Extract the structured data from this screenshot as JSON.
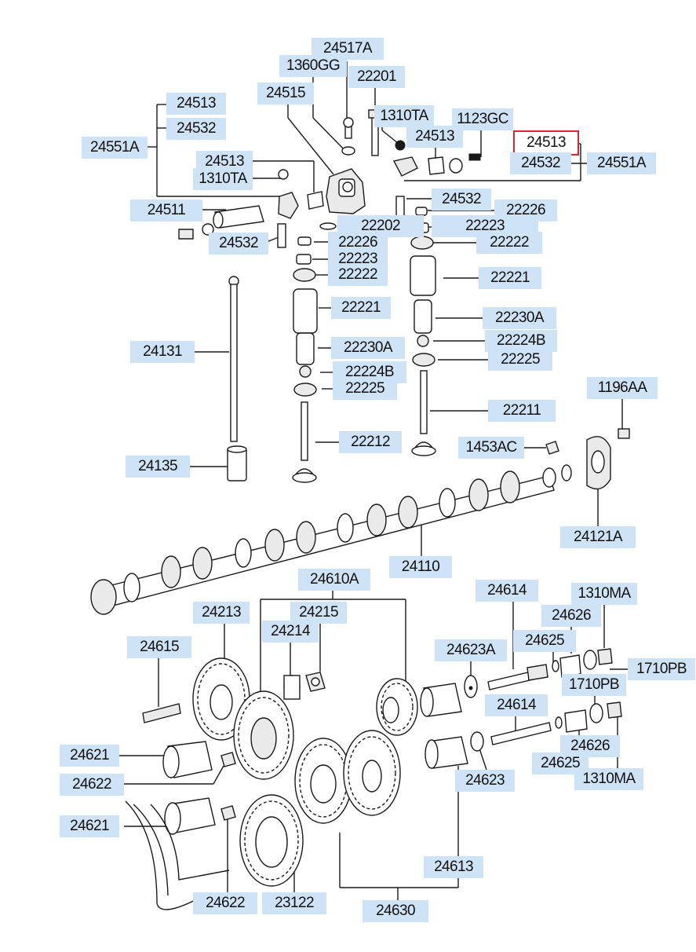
{
  "parts": [
    {
      "id": "p1",
      "text": "24517A"
    },
    {
      "id": "p2",
      "text": "1360GG"
    },
    {
      "id": "p3",
      "text": "22201"
    },
    {
      "id": "p4",
      "text": "24515"
    },
    {
      "id": "p5",
      "text": "24513"
    },
    {
      "id": "p6",
      "text": "24532"
    },
    {
      "id": "p7",
      "text": "24551A"
    },
    {
      "id": "p8",
      "text": "1310TA"
    },
    {
      "id": "p9",
      "text": "24513"
    },
    {
      "id": "p10",
      "text": "1123GC"
    },
    {
      "id": "p11",
      "text": "24513"
    },
    {
      "id": "p12",
      "text": "24532"
    },
    {
      "id": "p13",
      "text": "24551A"
    },
    {
      "id": "p14",
      "text": "24513"
    },
    {
      "id": "p15",
      "text": "1310TA"
    },
    {
      "id": "p16",
      "text": "24532"
    },
    {
      "id": "p17",
      "text": "24511"
    },
    {
      "id": "p18",
      "text": "22226"
    },
    {
      "id": "p19",
      "text": "22202"
    },
    {
      "id": "p20",
      "text": "22223"
    },
    {
      "id": "p21",
      "text": "24532"
    },
    {
      "id": "p22",
      "text": "22226"
    },
    {
      "id": "p23",
      "text": "22222"
    },
    {
      "id": "p24",
      "text": "22223"
    },
    {
      "id": "p25",
      "text": "22222"
    },
    {
      "id": "p26",
      "text": "22221"
    },
    {
      "id": "p27",
      "text": "22221"
    },
    {
      "id": "p28",
      "text": "22230A"
    },
    {
      "id": "p29",
      "text": "24131"
    },
    {
      "id": "p30",
      "text": "22230A"
    },
    {
      "id": "p31",
      "text": "22224B"
    },
    {
      "id": "p32",
      "text": "22224B"
    },
    {
      "id": "p33",
      "text": "22225"
    },
    {
      "id": "p34",
      "text": "22225"
    },
    {
      "id": "p35",
      "text": "1196AA"
    },
    {
      "id": "p36",
      "text": "22211"
    },
    {
      "id": "p37",
      "text": "22212"
    },
    {
      "id": "p38",
      "text": "1453AC"
    },
    {
      "id": "p39",
      "text": "24135"
    },
    {
      "id": "p40",
      "text": "24121A"
    },
    {
      "id": "p41",
      "text": "24110"
    },
    {
      "id": "p42",
      "text": "24610A"
    },
    {
      "id": "p43",
      "text": "24614"
    },
    {
      "id": "p44",
      "text": "1310MA"
    },
    {
      "id": "p45",
      "text": "24213"
    },
    {
      "id": "p46",
      "text": "24215"
    },
    {
      "id": "p47",
      "text": "24626"
    },
    {
      "id": "p48",
      "text": "24214"
    },
    {
      "id": "p49",
      "text": "24625"
    },
    {
      "id": "p50",
      "text": "24615"
    },
    {
      "id": "p51",
      "text": "24623A"
    },
    {
      "id": "p52",
      "text": "1710PB"
    },
    {
      "id": "p53",
      "text": "1710PB"
    },
    {
      "id": "p54",
      "text": "24614"
    },
    {
      "id": "p55",
      "text": "24626"
    },
    {
      "id": "p56",
      "text": "24621"
    },
    {
      "id": "p57",
      "text": "24625"
    },
    {
      "id": "p58",
      "text": "24623"
    },
    {
      "id": "p59",
      "text": "24622"
    },
    {
      "id": "p60",
      "text": "1310MA"
    },
    {
      "id": "p61",
      "text": "24621"
    },
    {
      "id": "p62",
      "text": "24613"
    },
    {
      "id": "p63",
      "text": "24622"
    },
    {
      "id": "p64",
      "text": "23122"
    },
    {
      "id": "p65",
      "text": "24630"
    }
  ],
  "highlighted_part": "p11",
  "colors": {
    "label_bg": "#cfe3f6",
    "highlight_border": "#e0242c",
    "ink": "#1a1a1a"
  }
}
